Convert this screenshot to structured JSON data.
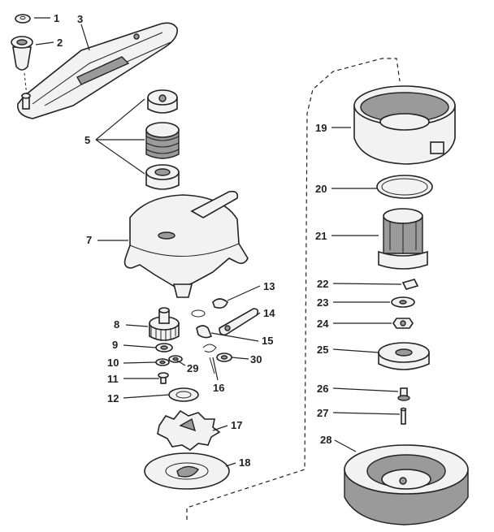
{
  "callouts": [
    {
      "id": "c1",
      "label": "1"
    },
    {
      "id": "c2",
      "label": "2"
    },
    {
      "id": "c3",
      "label": "3"
    },
    {
      "id": "c5",
      "label": "5"
    },
    {
      "id": "c7",
      "label": "7"
    },
    {
      "id": "c8",
      "label": "8"
    },
    {
      "id": "c9",
      "label": "9"
    },
    {
      "id": "c10",
      "label": "10"
    },
    {
      "id": "c11",
      "label": "11"
    },
    {
      "id": "c12",
      "label": "12"
    },
    {
      "id": "c13",
      "label": "13"
    },
    {
      "id": "c14",
      "label": "14"
    },
    {
      "id": "c15",
      "label": "15"
    },
    {
      "id": "c16",
      "label": "16"
    },
    {
      "id": "c17",
      "label": "17"
    },
    {
      "id": "c18",
      "label": "18"
    },
    {
      "id": "c19",
      "label": "19"
    },
    {
      "id": "c20",
      "label": "20"
    },
    {
      "id": "c21",
      "label": "21"
    },
    {
      "id": "c22",
      "label": "22"
    },
    {
      "id": "c23",
      "label": "23"
    },
    {
      "id": "c24",
      "label": "24"
    },
    {
      "id": "c25",
      "label": "25"
    },
    {
      "id": "c26",
      "label": "26"
    },
    {
      "id": "c27",
      "label": "27"
    },
    {
      "id": "c28",
      "label": "28"
    },
    {
      "id": "c29",
      "label": "29"
    },
    {
      "id": "c30",
      "label": "30"
    }
  ]
}
